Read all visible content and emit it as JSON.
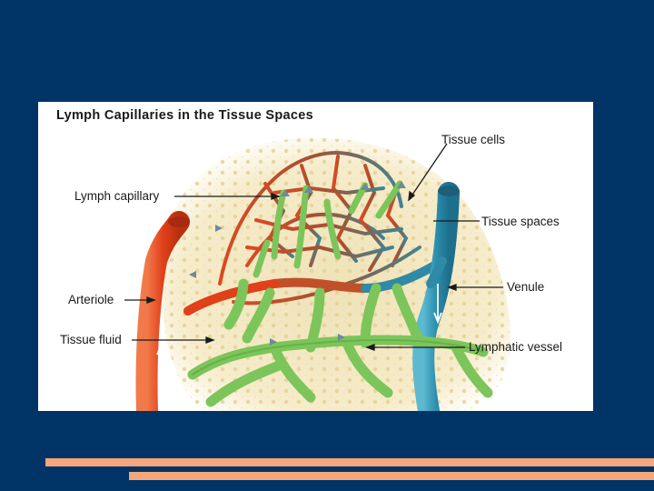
{
  "diagram": {
    "title": "Lymph Capillaries in the Tissue Spaces",
    "labels": {
      "tissue_cells": "Tissue cells",
      "lymph_capillary": "Lymph capillary",
      "tissue_spaces": "Tissue spaces",
      "arteriole": "Arteriole",
      "venule": "Venule",
      "tissue_fluid": "Tissue fluid",
      "lymphatic_vessel": "Lymphatic vessel"
    }
  },
  "colors": {
    "slide_background": "#003366",
    "accent_bars": "#f5a67a",
    "arteriole": "#e04a1e",
    "venule": "#2a8fae",
    "lymphatic": "#8fd06a",
    "tissue_background": "#f3e7c2"
  }
}
